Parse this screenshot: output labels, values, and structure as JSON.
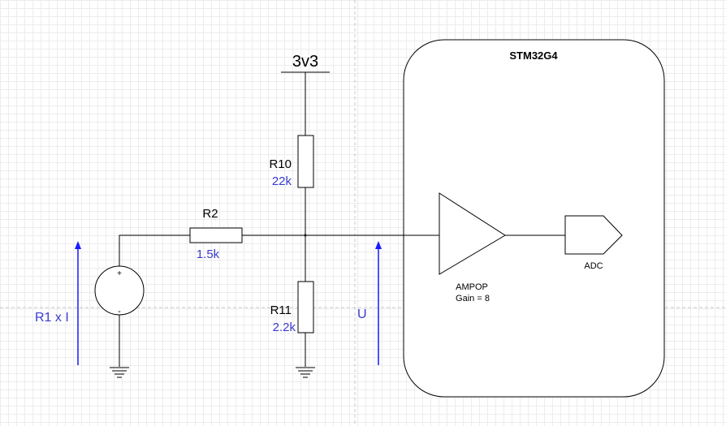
{
  "supply": {
    "label": "3v3"
  },
  "mcu": {
    "label": "STM32G4"
  },
  "source": {
    "label": "R1 x I",
    "plus": "+",
    "minus": "-"
  },
  "resistors": {
    "r2": {
      "name": "R2",
      "value": "1.5k"
    },
    "r10": {
      "name": "R10",
      "value": "22k"
    },
    "r11": {
      "name": "R11",
      "value": "2.2k"
    }
  },
  "voltage": {
    "label": "U"
  },
  "amp": {
    "name": "AMPOP",
    "gain": "Gain = 8"
  },
  "adc": {
    "label": "ADC"
  },
  "colors": {
    "wire": "#000000",
    "value": "#3b3bd0",
    "arrow": "#1a1aff",
    "guide": "#c8c8c8"
  }
}
